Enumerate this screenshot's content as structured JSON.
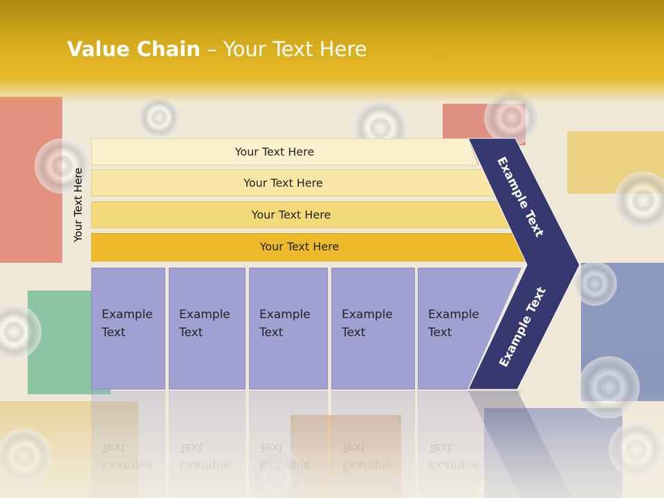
{
  "title": {
    "bold": "Value Chain",
    "rest": " – Your Text Here"
  },
  "side_label": "Your Text Here",
  "bars": [
    {
      "label": "Your Text Here",
      "color": "#fbf0cd"
    },
    {
      "label": "Your Text Here",
      "color": "#f8e6a6"
    },
    {
      "label": "Your Text Here",
      "color": "#f3d97a"
    },
    {
      "label": "Your Text Here",
      "color": "#ecba2a"
    }
  ],
  "boxes": [
    {
      "line1": "Example",
      "line2": "Text"
    },
    {
      "line1": "Example",
      "line2": "Text"
    },
    {
      "line1": "Example",
      "line2": "Text"
    },
    {
      "line1": "Example",
      "line2": "Text"
    },
    {
      "line1": "Example",
      "line2": "Text"
    }
  ],
  "arrow_top_label": "Example Text",
  "arrow_bottom_label": "Example Text",
  "colors": {
    "header": "#d8ad1e",
    "box": "#a0a0d2",
    "arrow": "#363870"
  }
}
